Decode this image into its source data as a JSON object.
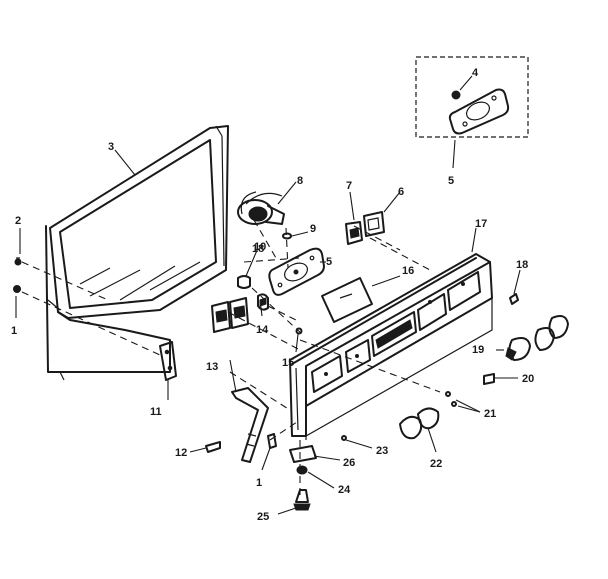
{
  "callouts": {
    "c1a": "1",
    "c1b": "1",
    "c2": "2",
    "c3": "3",
    "c4": "4",
    "c5a": "5",
    "c5b": "5",
    "c6": "6",
    "c7": "7",
    "c8": "8",
    "c9": "9",
    "c10": "10",
    "c11": "11",
    "c12": "12",
    "c13": "13",
    "c14": "14",
    "c15": "15",
    "c16": "16",
    "c17": "17",
    "c18a": "18",
    "c18b": "18",
    "c19": "19",
    "c20": "20",
    "c21": "21",
    "c22": "22",
    "c23": "23",
    "c24": "24",
    "c25": "25",
    "c26": "26"
  }
}
